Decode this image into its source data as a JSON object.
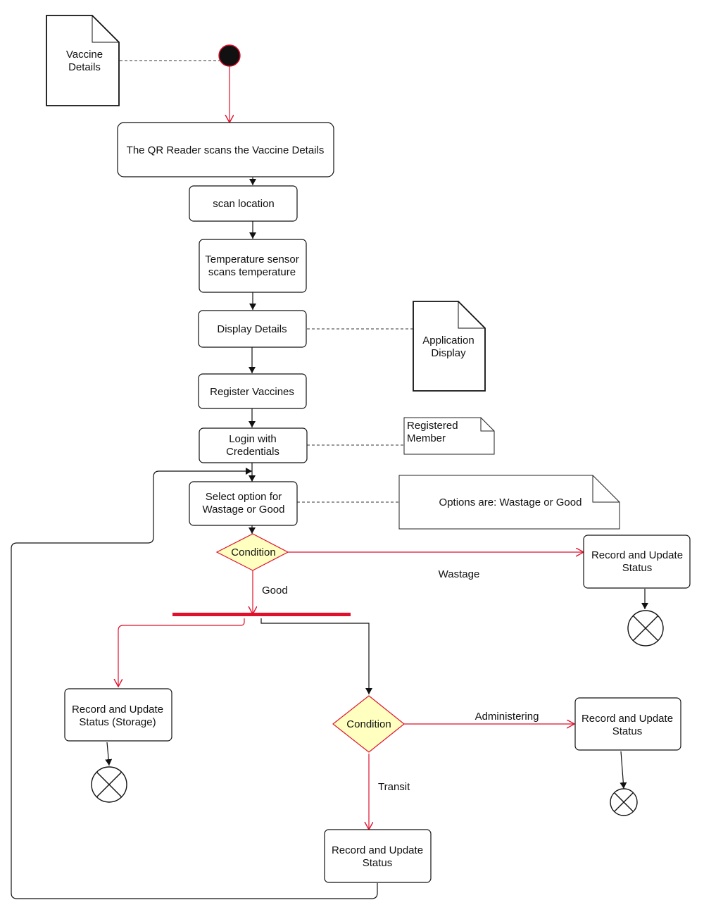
{
  "diagram": {
    "doc_vaccine": [
      "Vaccine",
      "Details"
    ],
    "step_qr": [
      "The QR Reader scans the Vaccine Details"
    ],
    "step_scan_location": [
      "scan location"
    ],
    "step_temperature": [
      "Temperature sensor",
      "scans temperature"
    ],
    "step_display": [
      "Display Details"
    ],
    "doc_app_display": [
      "Application",
      "Display"
    ],
    "step_register": [
      "Register Vaccines"
    ],
    "step_login": [
      "Login with",
      "Credentials"
    ],
    "note_member": [
      "Registered",
      "Member"
    ],
    "step_select_option": [
      "Select option for",
      "Wastage or Good"
    ],
    "note_options": [
      "Options are: Wastage or Good"
    ],
    "decision_1": [
      "Condition"
    ],
    "label_wastage": "Wastage",
    "label_good": "Good",
    "record_wastage": [
      "Record and Update",
      "Status"
    ],
    "record_storage": [
      "Record and Update",
      "Status (Storage)"
    ],
    "decision_2": [
      "Condition"
    ],
    "label_administering": "Administering",
    "record_administering": [
      "Record and Update",
      "Status"
    ],
    "label_transit": "Transit",
    "record_transit": [
      "Record and Update",
      "Status"
    ]
  },
  "colors": {
    "flow_red": "#e0102c",
    "flow_black": "#111111",
    "decision_fill": "#ffffc0",
    "initial_node": "#111111"
  }
}
